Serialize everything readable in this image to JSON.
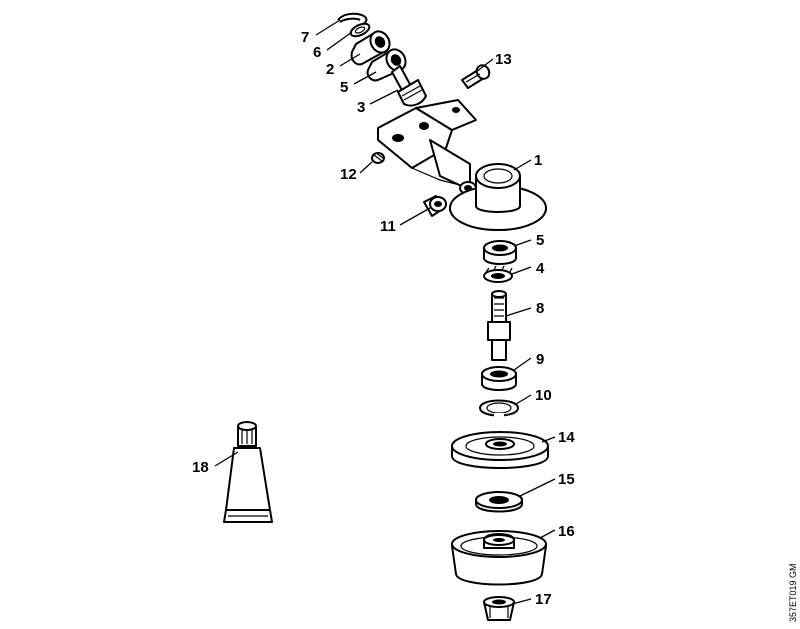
{
  "diagram": {
    "drawing_code": "357ET019 GM",
    "callouts": [
      "1",
      "2",
      "3",
      "4",
      "5",
      "5",
      "6",
      "7",
      "8",
      "9",
      "10",
      "11",
      "12",
      "13",
      "14",
      "15",
      "16",
      "17",
      "18"
    ],
    "labels": {
      "p1": "1",
      "p2": "2",
      "p3": "3",
      "p4": "4",
      "p5a": "5",
      "p5b": "5",
      "p6": "6",
      "p7": "7",
      "p8": "8",
      "p9": "9",
      "p10": "10",
      "p11": "11",
      "p12": "12",
      "p13": "13",
      "p14": "14",
      "p15": "15",
      "p16": "16",
      "p17": "17",
      "p18": "18"
    }
  }
}
